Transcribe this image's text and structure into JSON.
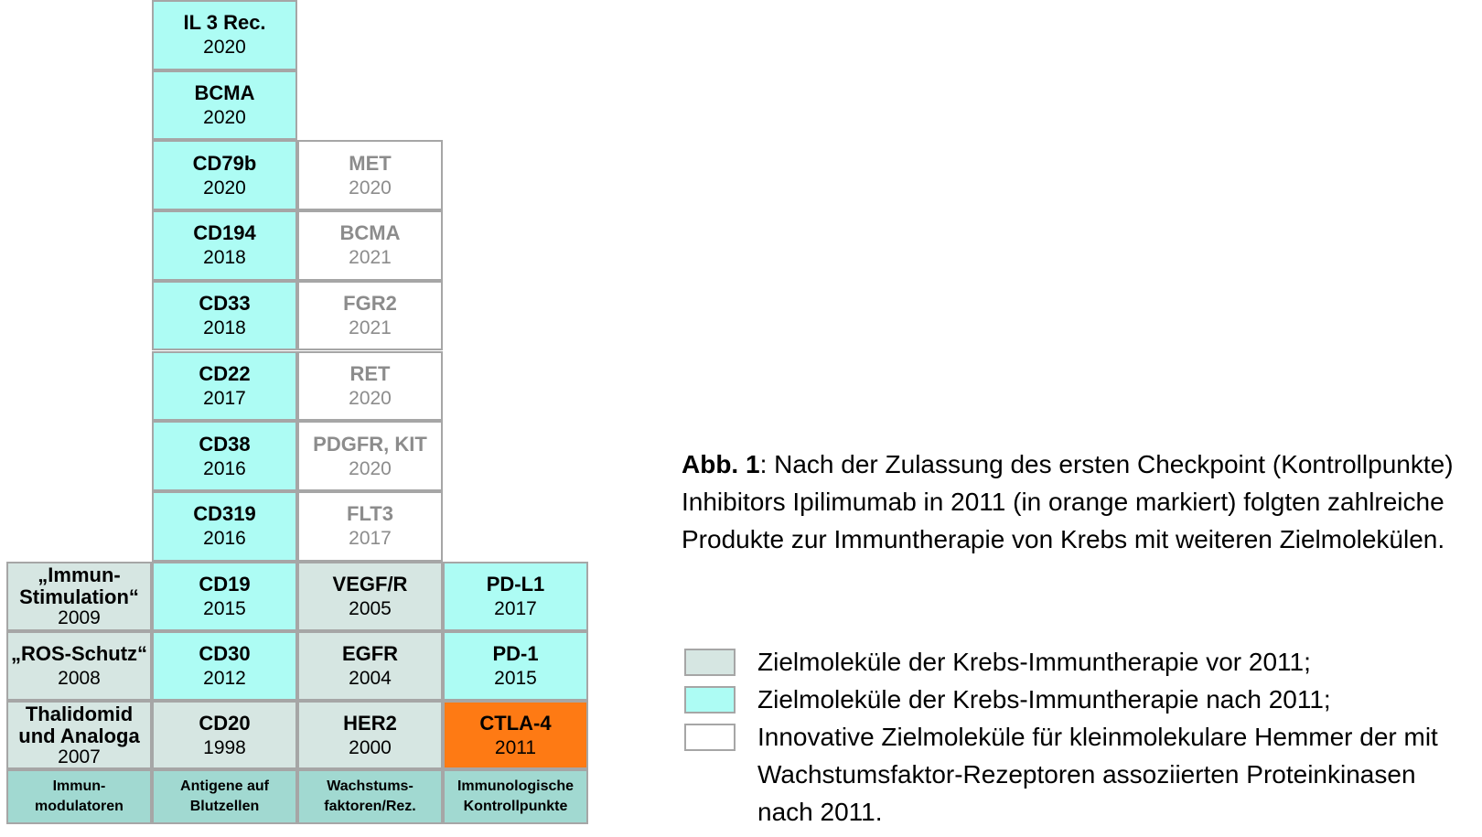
{
  "columns": [
    {
      "category": "Immun-\nmodulatoren",
      "cells": [
        {
          "name": "„Immun-\nStimulation“",
          "year": "2009",
          "style": "gray"
        },
        {
          "name": "„ROS-Schutz“",
          "year": "2008",
          "style": "gray"
        },
        {
          "name": "Thalidomid\nund Analoga",
          "year": "2007",
          "style": "gray"
        }
      ]
    },
    {
      "category": "Antigene auf\nBlutzellen",
      "cells": [
        {
          "name": "IL 3 Rec.",
          "year": "2020",
          "style": "cyan"
        },
        {
          "name": "BCMA",
          "year": "2020",
          "style": "cyan"
        },
        {
          "name": "CD79b",
          "year": "2020",
          "style": "cyan"
        },
        {
          "name": "CD194",
          "year": "2018",
          "style": "cyan"
        },
        {
          "name": "CD33",
          "year": "2018",
          "style": "cyan"
        },
        {
          "name": "CD22",
          "year": "2017",
          "style": "cyan"
        },
        {
          "name": "CD38",
          "year": "2016",
          "style": "cyan"
        },
        {
          "name": "CD319",
          "year": "2016",
          "style": "cyan"
        },
        {
          "name": "CD19",
          "year": "2015",
          "style": "cyan"
        },
        {
          "name": "CD30",
          "year": "2012",
          "style": "cyan"
        },
        {
          "name": "CD20",
          "year": "1998",
          "style": "gray"
        }
      ]
    },
    {
      "category": "Wachstums-\nfaktoren/Rez.",
      "cells": [
        {
          "name": "MET",
          "year": "2020",
          "style": "white"
        },
        {
          "name": "BCMA",
          "year": "2021",
          "style": "white"
        },
        {
          "name": "FGR2",
          "year": "2021",
          "style": "white"
        },
        {
          "name": "RET",
          "year": "2020",
          "style": "white"
        },
        {
          "name": "PDGFR, KIT",
          "year": "2020",
          "style": "white"
        },
        {
          "name": "FLT3",
          "year": "2017",
          "style": "white"
        },
        {
          "name": "VEGF/R",
          "year": "2005",
          "style": "gray"
        },
        {
          "name": "EGFR",
          "year": "2004",
          "style": "gray"
        },
        {
          "name": "HER2",
          "year": "2000",
          "style": "gray"
        }
      ]
    },
    {
      "category": "Immunologische\nKontrollpunkte",
      "cells": [
        {
          "name": "PD-L1",
          "year": "2017",
          "style": "cyan"
        },
        {
          "name": "PD-1",
          "year": "2015",
          "style": "cyan"
        },
        {
          "name": "CTLA-4",
          "year": "2011",
          "style": "orange"
        }
      ]
    }
  ],
  "caption": {
    "label": "Abb. 1",
    "text": ": Nach der Zulassung des ersten Checkpoint (Kontrollpunkte) Inhibitors Ipilimumab in 2011 (in orange markiert) folgten zahlreiche Produkte zur Immuntherapie von Krebs mit weiteren Zielmolekülen."
  },
  "legend": [
    {
      "swatch": "#d6e6e2",
      "text": "Zielmoleküle der Krebs-Immuntherapie vor 2011;"
    },
    {
      "swatch": "#adfcf4",
      "text": "Zielmoleküle der Krebs-Immuntherapie nach 2011;"
    },
    {
      "swatch": "#ffffff",
      "text": "Innovative Zielmoleküle für kleinmolekulare Hemmer der mit Wachstumsfaktor-Rezeptoren assoziierten Proteinkinasen nach 2011."
    }
  ],
  "colors": {
    "before_2011": "#d6e6e2",
    "after_2011": "#adfcf4",
    "small_molecule_targets": "#ffffff",
    "ipilimumab_highlight": "#fe7a14",
    "category_row": "#a1d9d1"
  }
}
